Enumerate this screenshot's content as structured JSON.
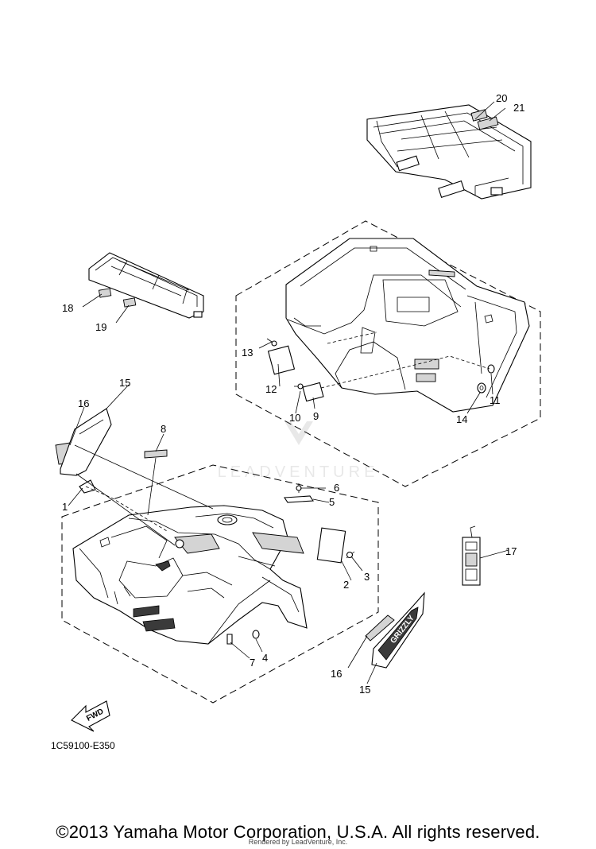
{
  "diagram": {
    "reference_code": "1C59100-E350",
    "fwd_label": "FWD",
    "brand_decal_text": "GRIZZLY",
    "callouts": {
      "c1": "1",
      "c2": "2",
      "c3": "3",
      "c4": "4",
      "c5": "5",
      "c6": "6",
      "c7": "7",
      "c8": "8",
      "c9": "9",
      "c10": "10",
      "c11": "11",
      "c12": "12",
      "c13": "13",
      "c14": "14",
      "c15a": "15",
      "c15b": "15",
      "c16a": "16",
      "c16b": "16",
      "c17": "17",
      "c18": "18",
      "c19": "19",
      "c20": "20",
      "c21": "21"
    }
  },
  "footer": {
    "copyright": "©2013 Yamaha Motor Corporation, U.S.A. All rights reserved.",
    "rendered_by": "Rendered by LeadVenture, Inc."
  }
}
